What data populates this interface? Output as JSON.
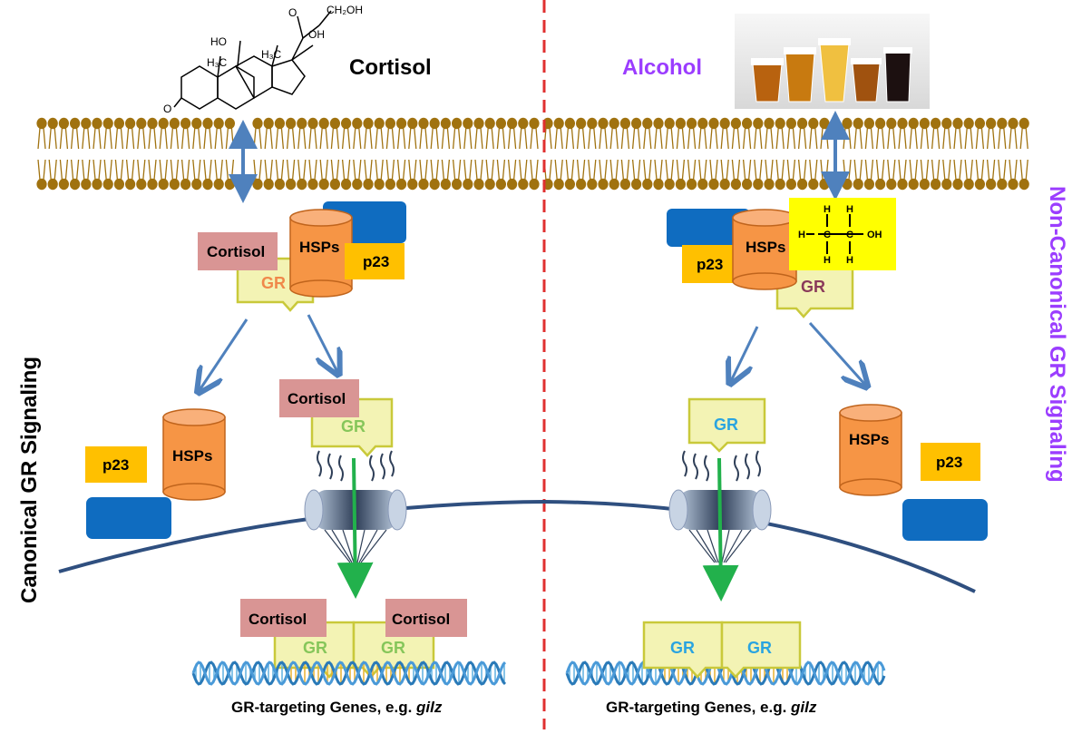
{
  "labels": {
    "cortisol_top": "Cortisol",
    "alcohol_top": "Alcohol",
    "canonical": "Canonical GR Signaling",
    "non_canonical": "Non-Canonical GR Signaling",
    "cortisol": "Cortisol",
    "gr": "GR",
    "hsps": "HSPs",
    "p23": "p23",
    "genes_prefix": "GR-targeting Genes, e.g. ",
    "genes_gene": "gilz"
  },
  "cortisol_structure_labels": {
    "ho1": "HO",
    "ho2": "OH",
    "ch2oh": "CH₂OH",
    "o_keto": "O",
    "ch3_a": "H₃C",
    "ch3_b": "H₃C",
    "o_ring": "O"
  },
  "ethanol_structure_labels": {
    "h": "H",
    "c": "C",
    "oh": "OH"
  },
  "colors": {
    "membrane_head": "#a0720f",
    "cortisol_box": "#d99594",
    "gr_box": "#f3f3b4",
    "gr_border": "#c9c93a",
    "hsps": "#f69545",
    "p23": "#ffc000",
    "blue_block": "#0f6cc0",
    "arrow_blue": "#4f81bd",
    "arrow_green": "#22b14c",
    "divider": "#e03030",
    "nucleus_line": "#2f4f7f",
    "alcohol_text": "#9b3dff",
    "ethanol_box": "#ffff00"
  }
}
